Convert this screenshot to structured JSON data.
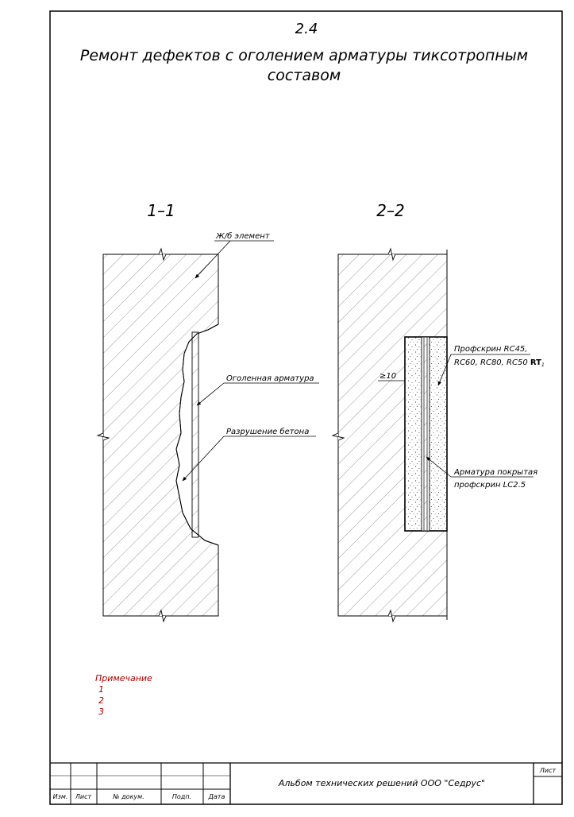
{
  "drawing": {
    "number": "2.4",
    "title_line1": "Ремонт дефектов с оголением арматуры тиксотропным",
    "title_line2": "составом"
  },
  "sections": {
    "left": {
      "label": "1–1",
      "callouts": {
        "element": "Ж/б элемент",
        "rebar": "Оголенная арматура",
        "damage": "Разрушение бетона"
      }
    },
    "right": {
      "label": "2–2",
      "callouts": {
        "profscreen_line1": "Профскрин RC45,",
        "profscreen_line2": "RC60, RC80, RC50",
        "profscreen_bold": "RT",
        "profscreen_sub": "1",
        "depth": "≥10",
        "rebar_line1": "Арматура покрытая",
        "rebar_line2": "профскрин LC2.5"
      }
    }
  },
  "notes": {
    "heading": "Примечание",
    "items": [
      "1",
      "2",
      "3"
    ],
    "color": "#b00000"
  },
  "title_block": {
    "columns": [
      "Изм.",
      "Лист",
      "№ докум.",
      "Подп.",
      "Дата"
    ],
    "album": "Альбом технических решений ООО \"Седрус\"",
    "sheet_label": "Лист"
  }
}
